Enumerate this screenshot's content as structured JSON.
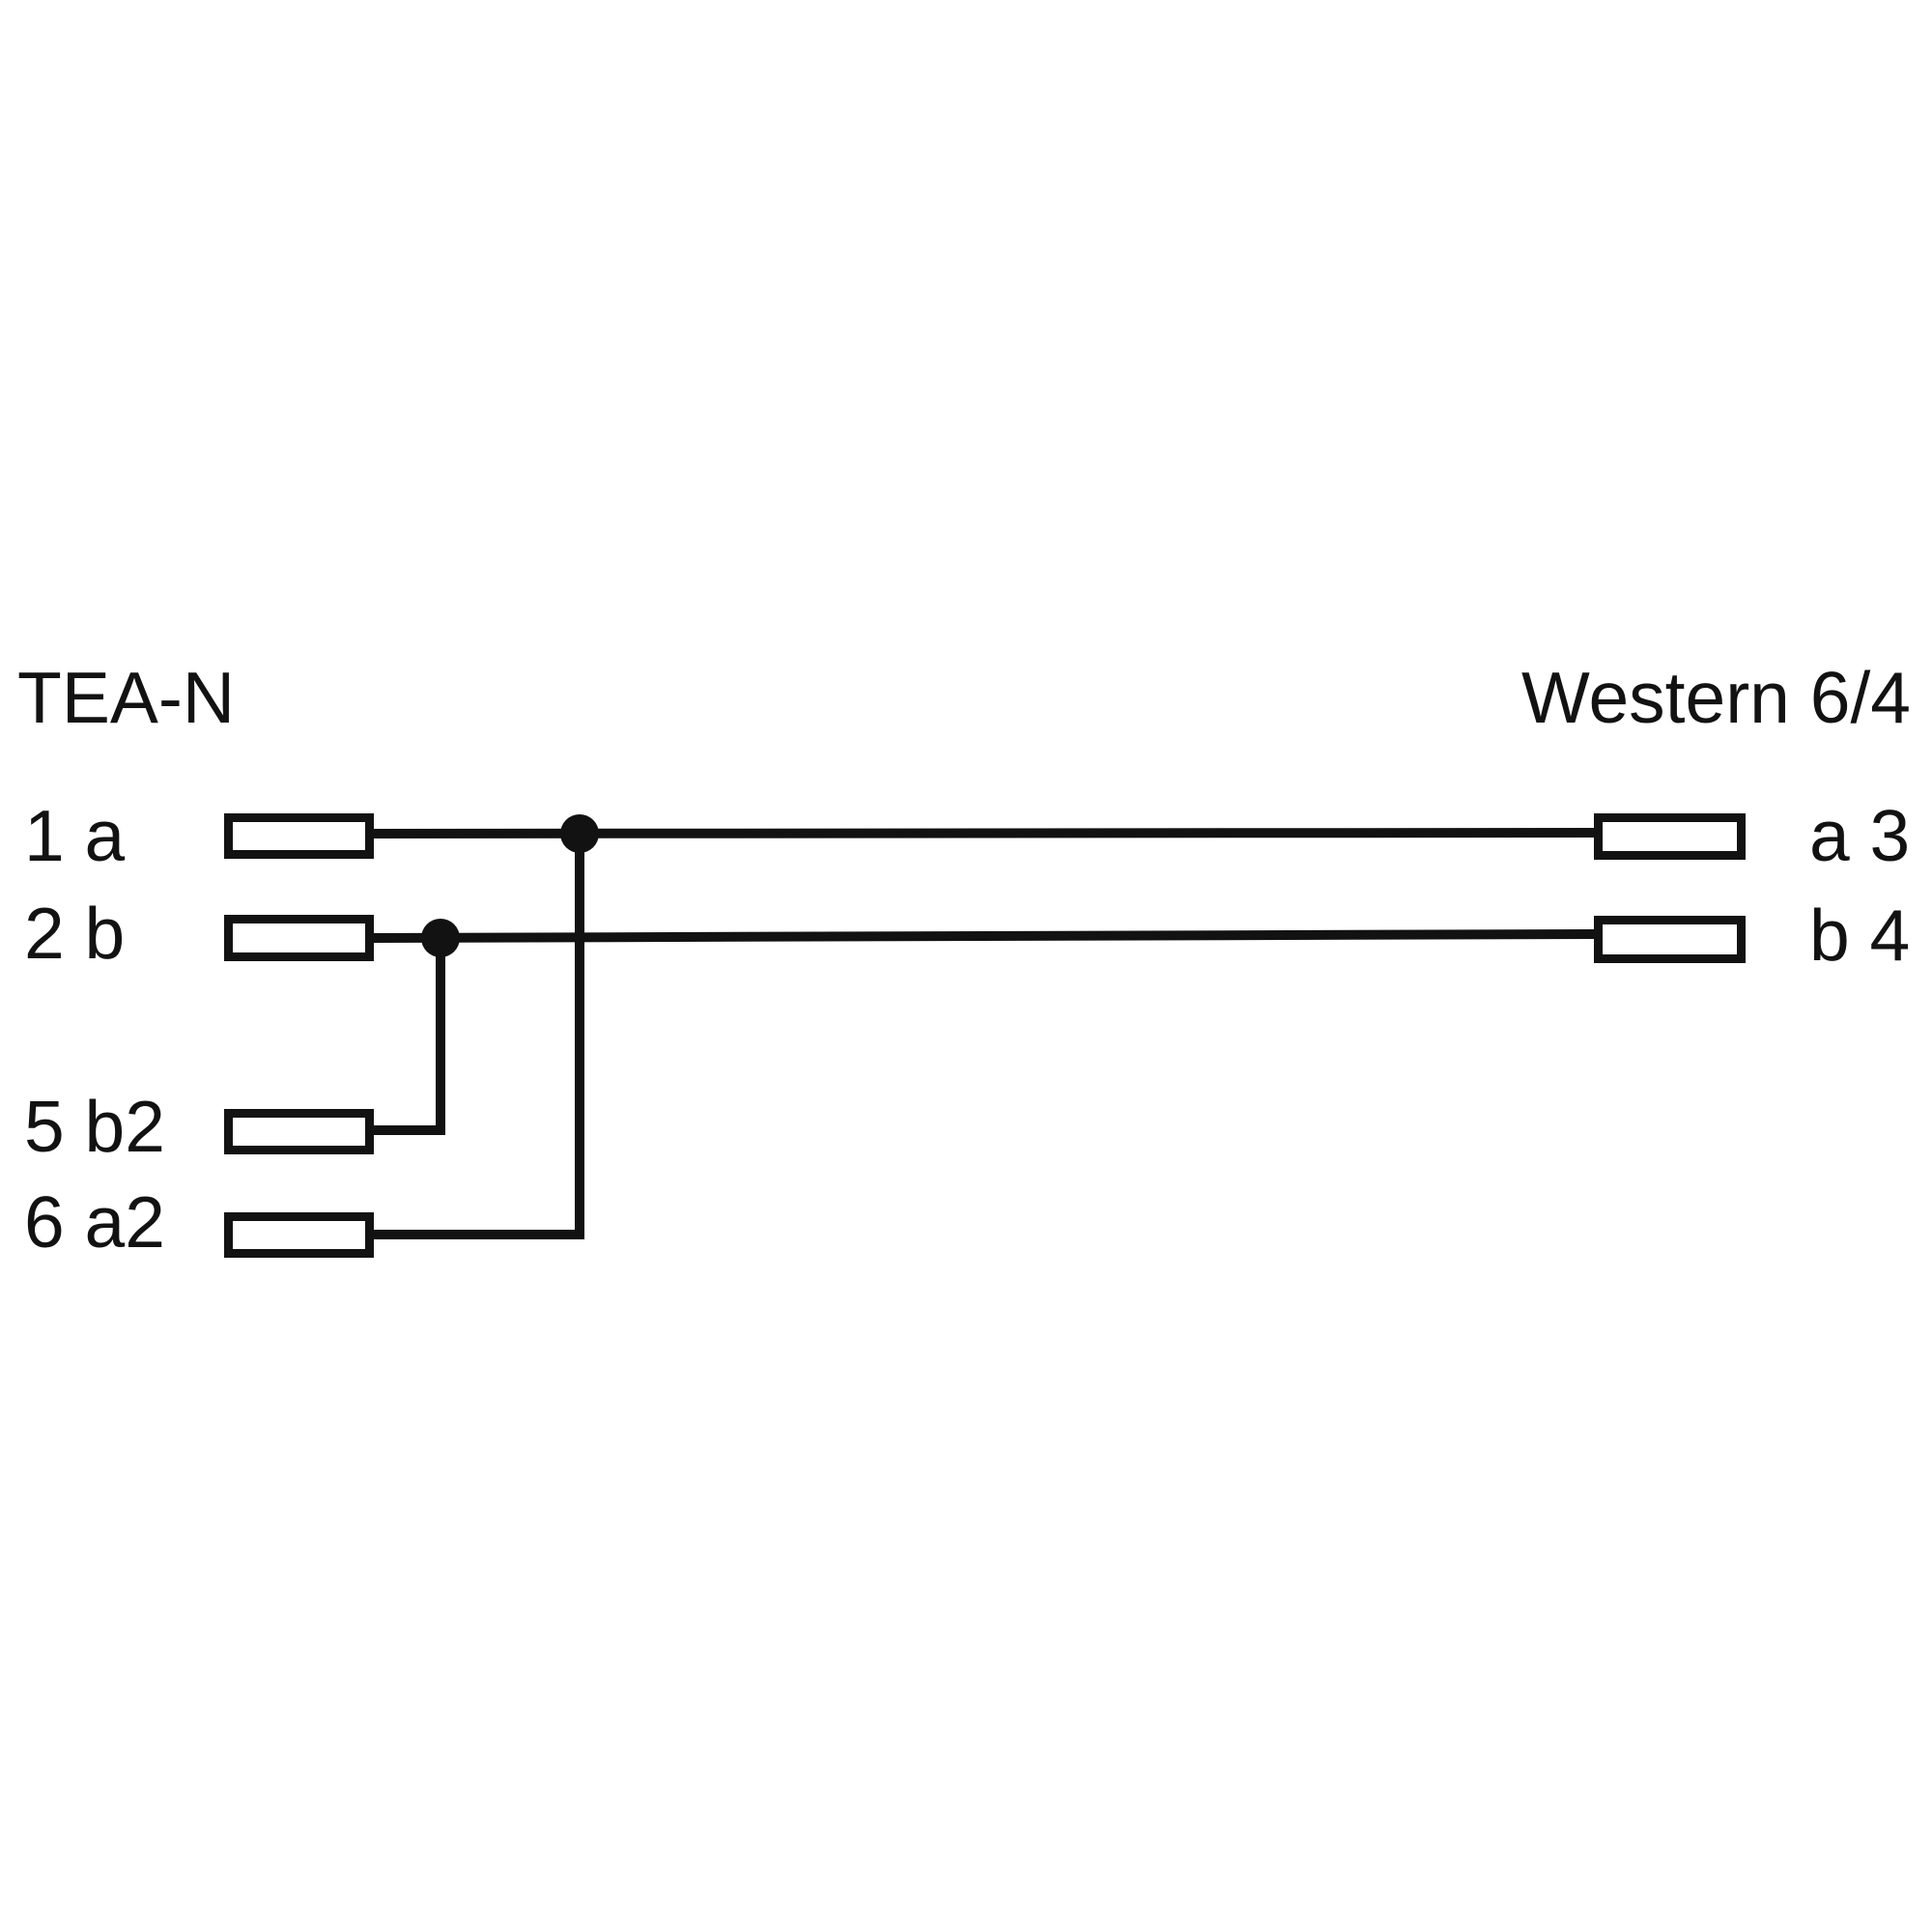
{
  "diagram": {
    "left_connector": {
      "title": "TEA-N",
      "pins": [
        {
          "label": "1 a"
        },
        {
          "label": "2 b"
        },
        {
          "label": "5 b2"
        },
        {
          "label": "6 a2"
        }
      ]
    },
    "right_connector": {
      "title": "Western 6/4",
      "pins": [
        {
          "label": "a 3"
        },
        {
          "label": "b 4"
        }
      ]
    },
    "connections": [
      {
        "from": "1 a",
        "to": "a 3",
        "branch_to": "6 a2",
        "junction": true
      },
      {
        "from": "2 b",
        "to": "b 4",
        "branch_to": "5 b2",
        "junction": true
      }
    ],
    "colors": {
      "line": "#121212",
      "background": "#ffffff"
    }
  }
}
